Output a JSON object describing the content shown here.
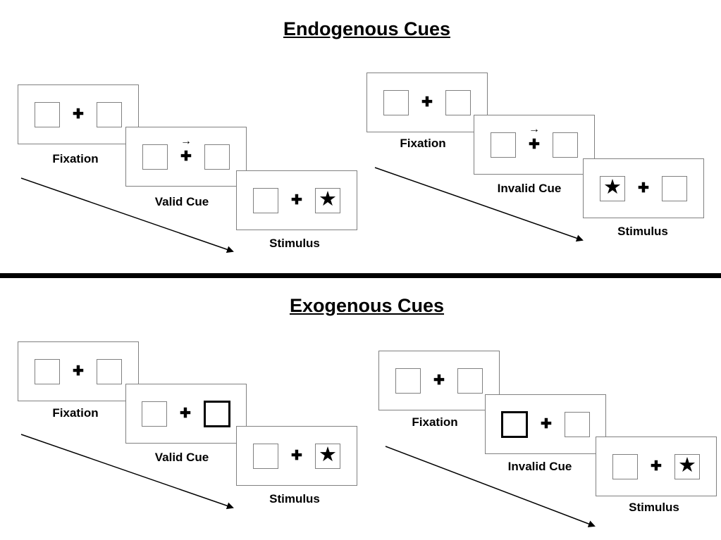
{
  "colors": {
    "ink": "#000000",
    "box_border": "#808080"
  },
  "glyphs": {
    "plus": "✚",
    "cue_arrow": "→",
    "star": "★"
  },
  "sections": [
    {
      "title": "Endogenous Cues",
      "sequences": [
        {
          "name": "valid-cue-sequence",
          "panels": [
            {
              "label": "Fixation",
              "left_box": "empty",
              "right_box": "empty",
              "cue": "none"
            },
            {
              "label": "Valid Cue",
              "left_box": "empty",
              "right_box": "empty",
              "cue": "arrow-right-above-fixation"
            },
            {
              "label": "Stimulus",
              "left_box": "empty",
              "right_box": "star",
              "cue": "none"
            }
          ]
        },
        {
          "name": "invalid-cue-sequence",
          "panels": [
            {
              "label": "Fixation",
              "left_box": "empty",
              "right_box": "empty",
              "cue": "none"
            },
            {
              "label": "Invalid Cue",
              "left_box": "empty",
              "right_box": "empty",
              "cue": "arrow-right-above-fixation"
            },
            {
              "label": "Stimulus",
              "left_box": "star",
              "right_box": "empty",
              "cue": "none"
            }
          ]
        }
      ]
    },
    {
      "title": "Exogenous Cues",
      "sequences": [
        {
          "name": "valid-cue-sequence",
          "panels": [
            {
              "label": "Fixation",
              "left_box": "empty",
              "right_box": "empty",
              "cue": "none"
            },
            {
              "label": "Valid Cue",
              "left_box": "empty",
              "right_box": "bold-outline",
              "cue": "bold-right-box"
            },
            {
              "label": "Stimulus",
              "left_box": "empty",
              "right_box": "star",
              "cue": "none"
            }
          ]
        },
        {
          "name": "invalid-cue-sequence",
          "panels": [
            {
              "label": "Fixation",
              "left_box": "empty",
              "right_box": "empty",
              "cue": "none"
            },
            {
              "label": "Invalid Cue",
              "left_box": "bold-outline",
              "right_box": "empty",
              "cue": "bold-left-box"
            },
            {
              "label": "Stimulus",
              "left_box": "empty",
              "right_box": "star",
              "cue": "none"
            }
          ]
        }
      ]
    }
  ]
}
